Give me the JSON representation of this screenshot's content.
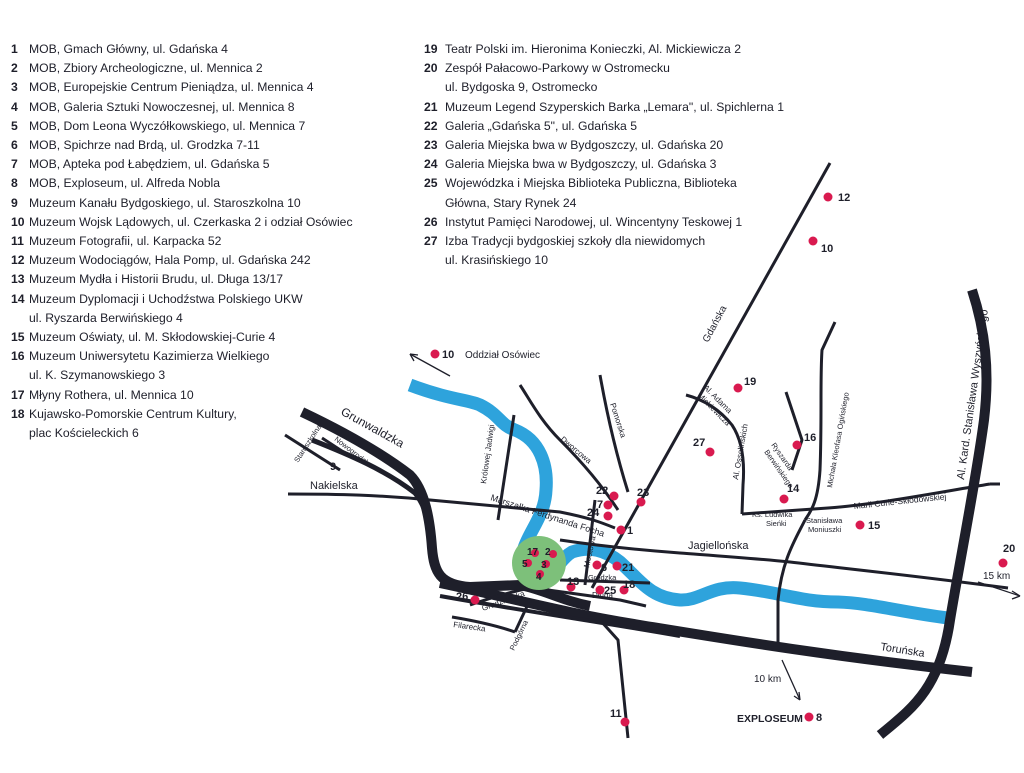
{
  "legend_left": [
    {
      "num": "1",
      "lines": [
        "MOB, Gmach Główny, ul. Gdańska 4"
      ]
    },
    {
      "num": "2",
      "lines": [
        "MOB, Zbiory Archeologiczne, ul. Mennica 2"
      ]
    },
    {
      "num": "3",
      "lines": [
        "MOB, Europejskie Centrum Pieniądza, ul. Mennica 4"
      ]
    },
    {
      "num": "4",
      "lines": [
        "MOB, Galeria Sztuki Nowoczesnej, ul. Mennica 8"
      ]
    },
    {
      "num": "5",
      "lines": [
        "MOB, Dom Leona Wyczółkowskiego, ul. Mennica 7"
      ]
    },
    {
      "num": "6",
      "lines": [
        "MOB, Spichrze nad Brdą, ul. Grodzka 7-11"
      ]
    },
    {
      "num": "7",
      "lines": [
        "MOB, Apteka pod Łabędziem, ul. Gdańska 5"
      ]
    },
    {
      "num": "8",
      "lines": [
        "MOB, Exploseum, ul. Alfreda Nobla"
      ]
    },
    {
      "num": "9",
      "lines": [
        "Muzeum Kanału Bydgoskiego, ul. Staroszkolna 10"
      ]
    },
    {
      "num": "10",
      "lines": [
        "Muzeum Wojsk Lądowych, ul. Czerkaska 2 i odział Osówiec"
      ]
    },
    {
      "num": "11",
      "lines": [
        "Muzeum Fotografii, ul. Karpacka 52"
      ]
    },
    {
      "num": "12",
      "lines": [
        "Muzeum Wodociągów, Hala Pomp, ul. Gdańska 242"
      ]
    },
    {
      "num": "13",
      "lines": [
        "Muzeum Mydła i Historii Brudu, ul. Długa 13/17"
      ]
    },
    {
      "num": "14",
      "lines": [
        "Muzeum Dyplomacji i Uchodźstwa Polskiego UKW",
        "ul. Ryszarda Berwińskiego 4"
      ]
    },
    {
      "num": "15",
      "lines": [
        "Muzeum Oświaty, ul. M. Skłodowskiej-Curie 4"
      ]
    },
    {
      "num": "16",
      "lines": [
        "Muzeum Uniwersytetu Kazimierza Wielkiego",
        "ul. K. Szymanowskiego 3"
      ]
    },
    {
      "num": "17",
      "lines": [
        "Młyny Rothera, ul. Mennica 10"
      ]
    },
    {
      "num": "18",
      "lines": [
        "Kujawsko-Pomorskie Centrum Kultury,",
        "plac Kościeleckich 6"
      ]
    }
  ],
  "legend_right": [
    {
      "num": "19",
      "lines": [
        "Teatr Polski im. Hieronima Konieczki, Al. Mickiewicza 2"
      ]
    },
    {
      "num": "20",
      "lines": [
        "Zespół Pałacowo-Parkowy w Ostromecku",
        "ul. Bydgoska 9, Ostromecko"
      ]
    },
    {
      "num": "21",
      "lines": [
        "Muzeum Legend Szyperskich Barka „Lemara\", ul. Spichlerna 1"
      ]
    },
    {
      "num": "22",
      "lines": [
        "Galeria „Gdańska 5\", ul. Gdańska 5"
      ]
    },
    {
      "num": "23",
      "lines": [
        "Galeria Miejska bwa w Bydgoszczy, ul. Gdańska 20"
      ]
    },
    {
      "num": "24",
      "lines": [
        "Galeria Miejska bwa w Bydgoszczy, ul. Gdańska 3"
      ]
    },
    {
      "num": "25",
      "lines": [
        "Wojewódzka i Miejska Biblioteka Publiczna, Biblioteka",
        "Główna, Stary Rynek 24"
      ]
    },
    {
      "num": "26",
      "lines": [
        "Instytut Pamięci Narodowej, ul. Wincentyny Teskowej 1"
      ]
    },
    {
      "num": "27",
      "lines": [
        "Izba Tradycji bydgoskiej szkoły dla niewidomych",
        "ul. Krasińskiego 10"
      ]
    }
  ],
  "streets": {
    "grunwaldzka": "Grunwaldzka",
    "staroszkolna": "Staroszkolna",
    "nowogrodzka": "Nowogrodzka",
    "nakielska": "Nakielska",
    "krolowej_jadwigi": "Królowej Jadwigi",
    "dworcowa": "Dworcowa",
    "pomorska": "Pomorska",
    "gdanska": "Gdańska",
    "marszalka_focha": "Marszałka Ferdynanda Focha",
    "jagiellonska": "Jagiellońska",
    "mostowa": "Mostowa",
    "grodzka": "Grodzka",
    "dluga": "Długa",
    "grudziadzka": "Grudziądzka",
    "filarecka": "Filarecka",
    "podgorna": "Podgórna",
    "al_mickiewicza": "Al. Adama Mickiewicza",
    "al_ossolinskich": "Al. Ossolińskich",
    "berwinskiego": "Ryszarda Berwińskiego",
    "ogninskiego": "Michała Kleofasa Ogińskiego",
    "sienki": "Ks. Ludwika Sienki",
    "moniuszki": "Stanisława Moniuszki",
    "curie": "Marii Curie-Skłodowskiej",
    "wyszynskiego": "Al. Kard. Stanisława Wyszyńskiego",
    "torunska": "Toruńska"
  },
  "annotations": {
    "oddzial_osowiec": "Oddział Osówiec",
    "km15": "15 km",
    "km10": "10 km",
    "exploseum": "EXPLOSEUM"
  },
  "markers": {
    "m1": "1",
    "m2": "2",
    "m3": "3",
    "m4": "4",
    "m5": "5",
    "m6": "6",
    "m7": "7",
    "m8": "8",
    "m9": "9",
    "m10a": "10",
    "m10b": "10",
    "m11": "11",
    "m12": "12",
    "m13": "13",
    "m14": "14",
    "m15": "15",
    "m16": "16",
    "m17": "17",
    "m18": "18",
    "m19": "19",
    "m20": "20",
    "m21": "21",
    "m22": "22",
    "m23": "23",
    "m24": "24",
    "m25": "25",
    "m26": "26",
    "m27": "27"
  },
  "colors": {
    "road": "#1e1f2a",
    "river": "#2ea3dc",
    "marker": "#d91a4f",
    "island": "#7dc07a"
  }
}
